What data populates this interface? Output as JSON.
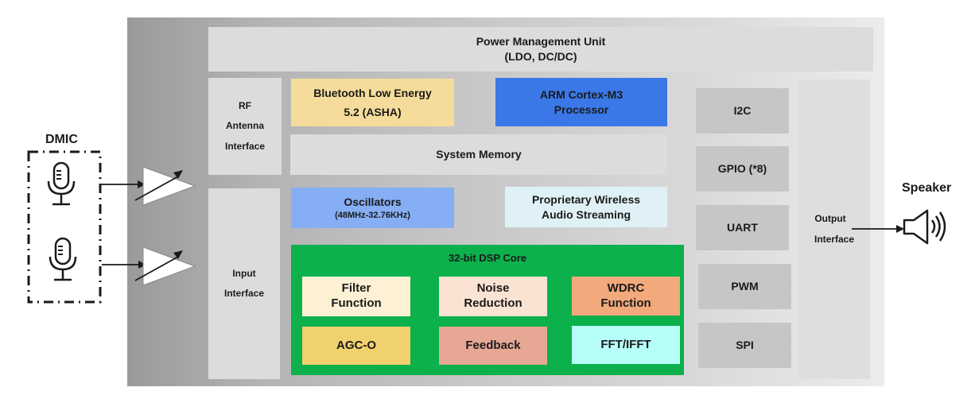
{
  "inputs": {
    "dmic_label": "DMIC",
    "microphones": [
      {
        "icon": "microphone-icon"
      },
      {
        "icon": "microphone-icon"
      }
    ],
    "amplifiers": [
      {
        "icon": "variable-amplifier-icon"
      },
      {
        "icon": "variable-amplifier-icon"
      }
    ]
  },
  "chip": {
    "pmu": {
      "line1": "Power Management Unit",
      "line2": "(LDO, DC/DC)"
    },
    "rf": {
      "line1": "RF",
      "line2": "Antenna",
      "line3": "Interface"
    },
    "ble": {
      "line1": "Bluetooth Low Energy",
      "line2": "5.2 (ASHA)",
      "color": "#f5dc9a"
    },
    "arm": {
      "line1": "ARM Cortex-M3",
      "line2": "Processor",
      "color": "#3a78e8"
    },
    "memory": {
      "label": "System Memory"
    },
    "oscillators": {
      "line1": "Oscillators",
      "line2": "(48MHz-32.76KHz)",
      "color": "#86aef5"
    },
    "wireless": {
      "line1": "Proprietary Wireless",
      "line2": "Audio Streaming",
      "color": "#dff1f7"
    },
    "input_interface": {
      "line1": "Input",
      "line2": "Interface"
    },
    "dsp": {
      "title": "32-bit DSP Core",
      "color": "#0cb14b",
      "blocks": [
        {
          "line1": "Filter",
          "line2": "Function",
          "color": "#fcf1d5"
        },
        {
          "line1": "Noise",
          "line2": "Reduction",
          "color": "#fbe3d3"
        },
        {
          "line1": "WDRC",
          "line2": "Function",
          "color": "#f2a97c"
        },
        {
          "line1": "AGC-O",
          "line2": "",
          "color": "#f1d06e"
        },
        {
          "line1": "Feedback",
          "line2": "",
          "color": "#e6a795"
        },
        {
          "line1": "FFT/IFFT",
          "line2": "",
          "color": "#b6fff9"
        }
      ]
    },
    "peripherals": [
      "I2C",
      "GPIO (*8)",
      "UART",
      "PWM",
      "SPI"
    ],
    "output_interface": {
      "line1": "Output",
      "line2": "Interface"
    }
  },
  "output": {
    "speaker_label": "Speaker",
    "icon": "speaker-icon"
  }
}
